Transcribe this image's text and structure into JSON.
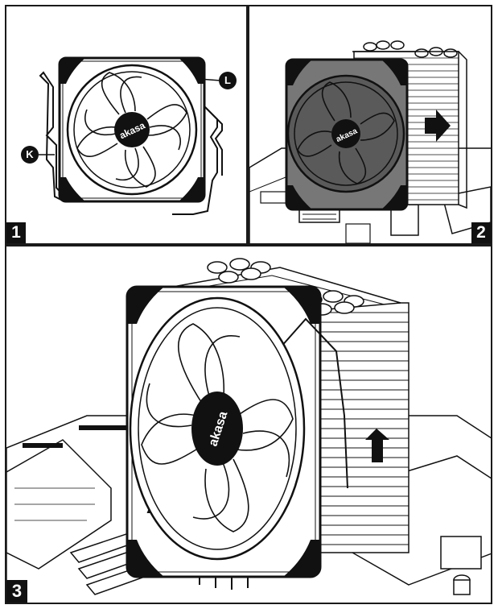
{
  "steps": [
    {
      "number": "1",
      "callouts": [
        {
          "letter": "K"
        },
        {
          "letter": "L"
        }
      ],
      "brand_logo": "akasa"
    },
    {
      "number": "2",
      "brand_logo": "akasa"
    },
    {
      "number": "3",
      "brand_logo": "akasa"
    }
  ]
}
